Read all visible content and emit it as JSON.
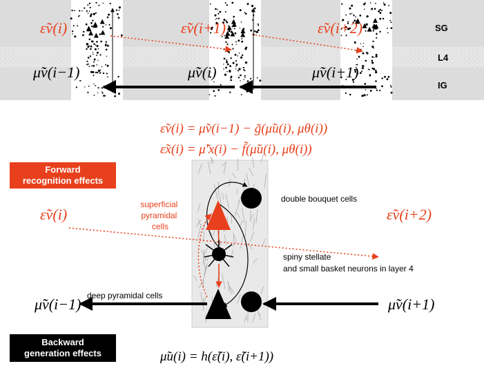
{
  "layers": {
    "sg": "SG",
    "l4": "L4",
    "ig": "IG"
  },
  "top_columns": {
    "error_labels": [
      "ε̃v(i)",
      "ε̃v(i+1)",
      "ε̃v(i+2)"
    ],
    "mu_labels": [
      "μ̃v(i−1)",
      "μ̃v(i)",
      "μ̃v(i+1)"
    ]
  },
  "equations": {
    "eq1": "ε̃v(i) = μ̃v(i−1) − g̃(μ̃u(i), μθ(i))",
    "eq2": "ε̃x(i) = μ̃′x(i) − f̃(μ̃u(i), μθ(i))",
    "eq3": "μ̃u(i) = h(ε̃(i), ε̃(i+1))"
  },
  "boxes": {
    "forward": "Forward\nrecognition effects",
    "backward": "Backward\ngeneration effects"
  },
  "cell_labels": {
    "superficial": "superficial\npyramidal\ncells",
    "double_bouquet": "double bouquet cells",
    "spiny_stellate_1": "spiny stellate",
    "spiny_stellate_2": "and small basket neurons in layer 4",
    "deep": "deep pyramidal cells"
  },
  "side_labels": {
    "eps_left": "ε̃v(i)",
    "eps_right": "ε̃v(i+2)",
    "mu_left": "μ̃v(i−1)",
    "mu_right": "μ̃v(i+1)"
  },
  "colors": {
    "red": "#e8401c",
    "band_grey": "#dcdcdc",
    "l4_band": "#e4e4e4",
    "black": "#000000"
  }
}
